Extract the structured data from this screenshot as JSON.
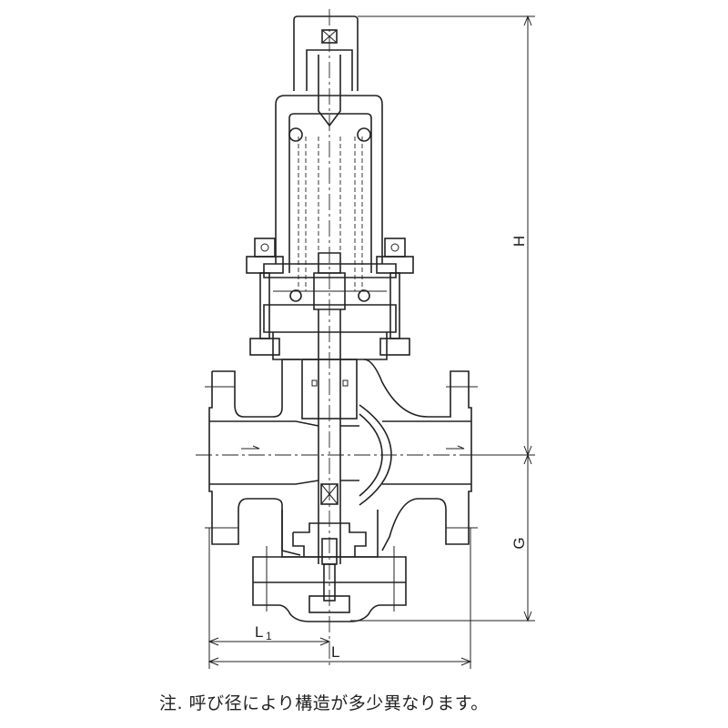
{
  "drawing": {
    "title": "Pressure reducing valve sectional drawing",
    "dimensions": {
      "height_label": "H",
      "lower_height_label": "G",
      "half_length_label": "L",
      "half_length_subscript": "1",
      "length_label": "L"
    },
    "note": "注.  呼び径により構造が多少異なります。"
  }
}
